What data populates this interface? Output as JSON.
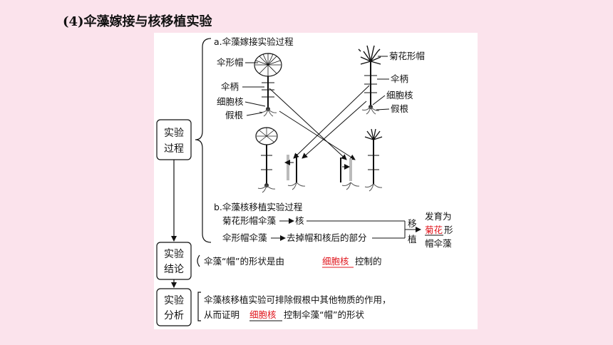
{
  "title": "(4)伞藻嫁接与核移植实验",
  "boxes": {
    "process_line1": "实验",
    "process_line2": "过程",
    "conclusion_line1": "实验",
    "conclusion_line2": "结论",
    "analysis_line1": "实验",
    "analysis_line2": "分析"
  },
  "section_a": {
    "heading": "a.伞藻嫁接实验过程",
    "labels_left": [
      "伞形帽",
      "伞柄",
      "细胞核",
      "假根"
    ],
    "labels_right": [
      "菊花形帽",
      "伞柄",
      "细胞核",
      "假根"
    ]
  },
  "section_b": {
    "heading": "b.伞藻核移植实验过程",
    "row1_text": "菊花形帽伞藻",
    "row1_result": "核",
    "row2_text": "伞形帽伞藻",
    "row2_result": "去掉帽和核后的部分",
    "transplant_char1": "移",
    "transplant_char2": "植",
    "outcome_line1": "发育为",
    "outcome_red": "菊花",
    "outcome_after": "形",
    "outcome_line3": "帽伞藻"
  },
  "conclusion": {
    "before": "伞藻“帽”的形状是由",
    "highlight": "细胞核",
    "after": "控制的"
  },
  "analysis": {
    "line1": "伞藻核移植实验可排除假根中其他物质的作用，",
    "line2_before": "从而证明",
    "line2_highlight": "细胞核",
    "line2_after": "控制伞藻“帽”的形状"
  },
  "colors": {
    "background": "#fbe3ec",
    "highlight_text": "#e0161d",
    "highlight_underline": "#e0161d"
  }
}
